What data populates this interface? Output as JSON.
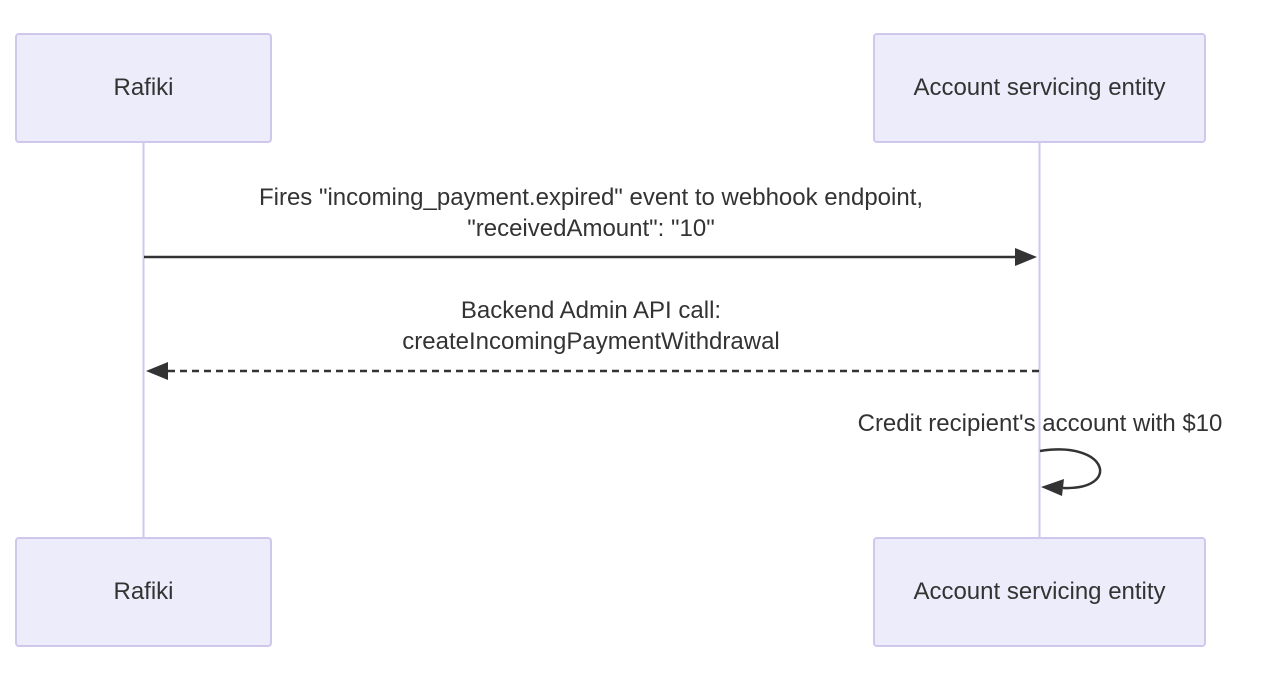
{
  "diagram": {
    "type": "sequence",
    "actors": [
      {
        "name": "Rafiki"
      },
      {
        "name": "Account servicing entity"
      }
    ],
    "messages": [
      {
        "from": "Rafiki",
        "to": "Account servicing entity",
        "style": "solid-arrow",
        "lines": [
          "Fires \"incoming_payment.expired\" event to webhook endpoint,",
          "\"receivedAmount\": \"10\""
        ]
      },
      {
        "from": "Account servicing entity",
        "to": "Rafiki",
        "style": "dashed-arrow",
        "lines": [
          "Backend Admin API call:",
          "createIncomingPaymentWithdrawal"
        ]
      },
      {
        "from": "Account servicing entity",
        "to": "Account servicing entity",
        "style": "self-loop",
        "lines": [
          "Credit recipient's account with $10"
        ]
      }
    ],
    "colors": {
      "background": "#FFFFFF",
      "actor_fill": "#ECECFA",
      "actor_border": "#CFC7EC",
      "lifeline": "#CFC7EC",
      "arrow": "#333333",
      "text": "#333333"
    }
  }
}
